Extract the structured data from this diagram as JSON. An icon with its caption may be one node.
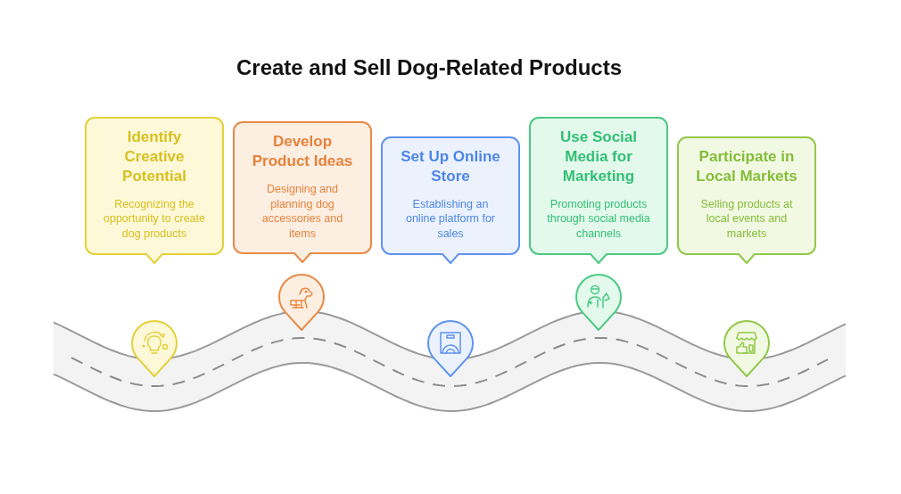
{
  "diagram": {
    "title": "Create and Sell Dog-Related Products",
    "nodes": [
      {
        "text": [
          "Identify Creative Potential",
          "Recognizing the opportunity to create dog products"
        ]
      },
      {
        "text": [
          "Develop Product Ideas",
          "Designing and planning dog accessories and items"
        ]
      },
      {
        "text": [
          "Set Up Online Store",
          "Establishing an online platform for sales"
        ]
      },
      {
        "text": [
          "Use Social Media for Marketing",
          "Promoting products through social media channels"
        ]
      },
      {
        "text": [
          "Participate in Local Markets",
          "Selling products at local events and markets"
        ]
      }
    ]
  }
}
